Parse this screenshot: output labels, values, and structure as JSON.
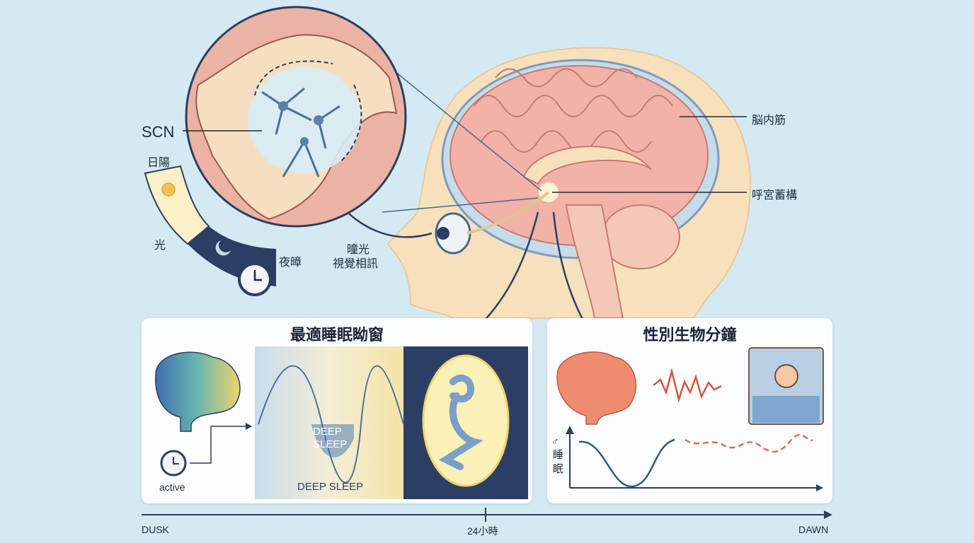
{
  "labels": {
    "scn": "SCN",
    "sun": "日陽",
    "light": "光",
    "night": "夜暲",
    "retina_line1": "曈光",
    "retina_line2": "視覺相訊",
    "brain_cortex": "脳内筋",
    "hypothalamus": "呼宮蓄構"
  },
  "panel_left": {
    "title": "最適睡眠眑窗",
    "wave_label": "DEEP\nSLEEP",
    "wave_label_line1": "DEEP",
    "wave_label_line2": "SLEEP",
    "bottom_label": "DEEP SLEEP",
    "alarm_label": "active"
  },
  "panel_right": {
    "title": "性別生物分鐘",
    "y_axis_label_symbol": "♂",
    "y_axis_label": "睡眠"
  },
  "timeline": {
    "start": "DUSK",
    "mid": "24小時",
    "end": "DAWN"
  },
  "colors": {
    "background": "#d5e9f2",
    "navy": "#2c3e63",
    "day": "#fbf0c8",
    "brain_pink": "#f2b2a8"
  }
}
